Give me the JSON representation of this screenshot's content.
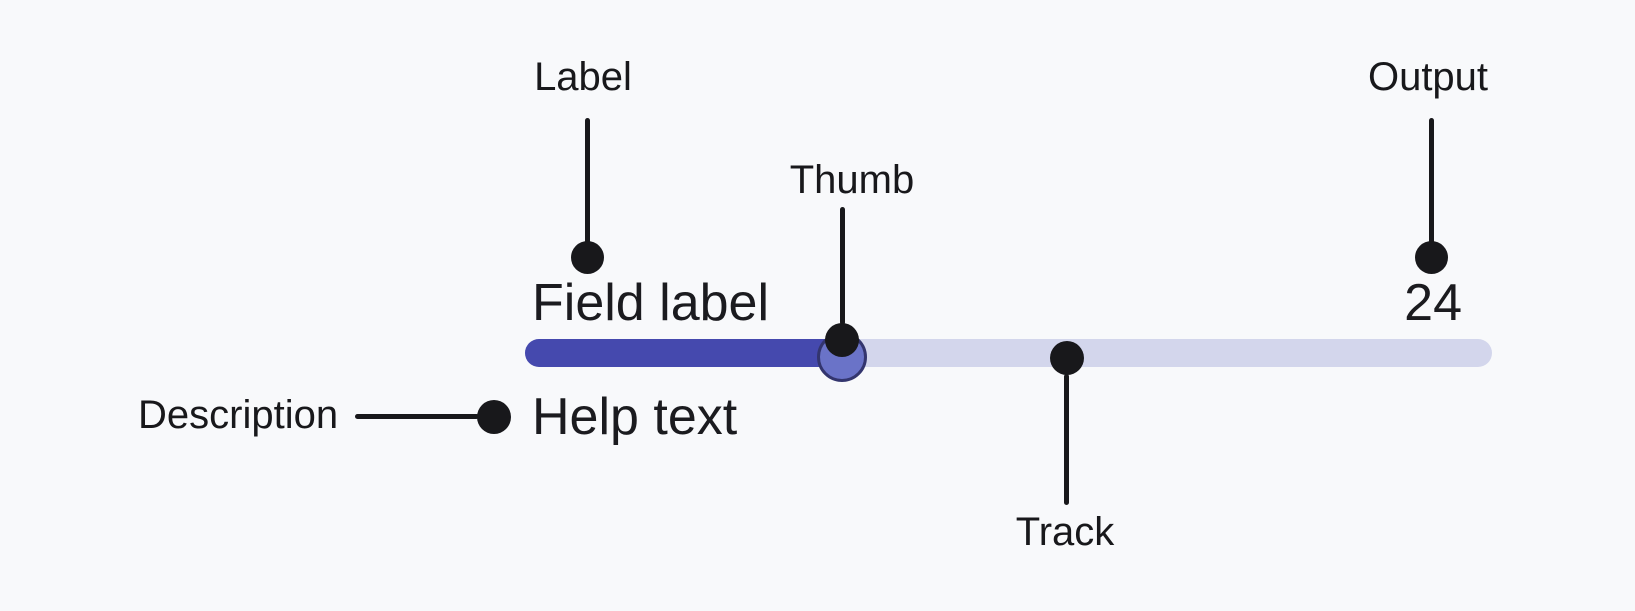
{
  "annotations": {
    "label": "Label",
    "thumb": "Thumb",
    "output": "Output",
    "description": "Description",
    "track": "Track"
  },
  "slider": {
    "field_label": "Field label",
    "output_value": "24",
    "help_text": "Help text",
    "fill_percent": 33
  },
  "colors": {
    "background": "#F8F9FB",
    "annotation": "#18181B",
    "text": "#1B1B1F",
    "accent": "#4549AE",
    "track_rest": "#D3D6EC",
    "thumb_fill": "#6A73C8",
    "thumb_border": "#33356E"
  }
}
